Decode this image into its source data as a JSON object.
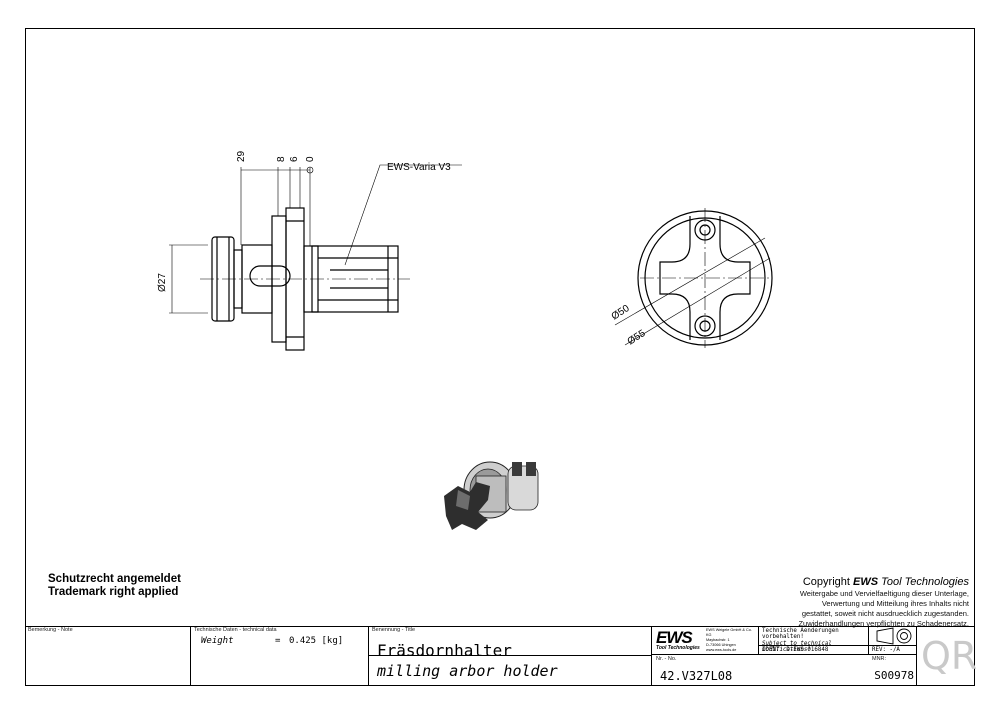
{
  "drawing": {
    "callout_label": "EWS-Varia V3",
    "dims_top": [
      "29",
      "8",
      "6",
      "0"
    ],
    "dim_side": "Ø27",
    "dim_front_1": "Ø50",
    "dim_front_2": "Ø55"
  },
  "notes": {
    "line1": "Schutzrecht angemeldet",
    "line2": "Trademark right applied"
  },
  "copyright": {
    "prefix": "Copyright",
    "brand": "EWS",
    "suffix": "Tool Technologies",
    "text": [
      "Weitergabe und Vervielfaeltigung dieser Unterlage,",
      "Verwertung und Mitteilung ihres Inhalts nicht",
      "gestattet, soweit nicht ausdruecklich zugestanden.",
      "Zuwiderhandlungen verpflichten zu Schadenersatz."
    ]
  },
  "titleblock": {
    "note_label": "Bemerkung - Note",
    "tech_label": "Technische Daten - technical data",
    "weight_label": "Weight",
    "weight_eq": "=",
    "weight_value": "0.425 [kg]",
    "title_label": "Benennung - Title",
    "title_de": "Fräsdornhalter",
    "title_en": "milling arbor holder",
    "logo": "EWS",
    "logo_sub": "Tool Technologies",
    "company": [
      "EWS Weigele GmbH & Co. KG",
      "Maybachstr. 1",
      "D-73066 Uhingen",
      "www.ews-tools.de"
    ],
    "changes_de": "Technische Aenderungen vorbehalten!",
    "changes_en": "Subject to technical modifications!",
    "ident": "IDENT: D-EWS-016848",
    "rev": "REV: -/A",
    "nr_label": "Nr. - No.",
    "part_no": "42.V327L08",
    "mnr_label": "MNR:",
    "mnr": "S00978",
    "qr": "QR"
  }
}
